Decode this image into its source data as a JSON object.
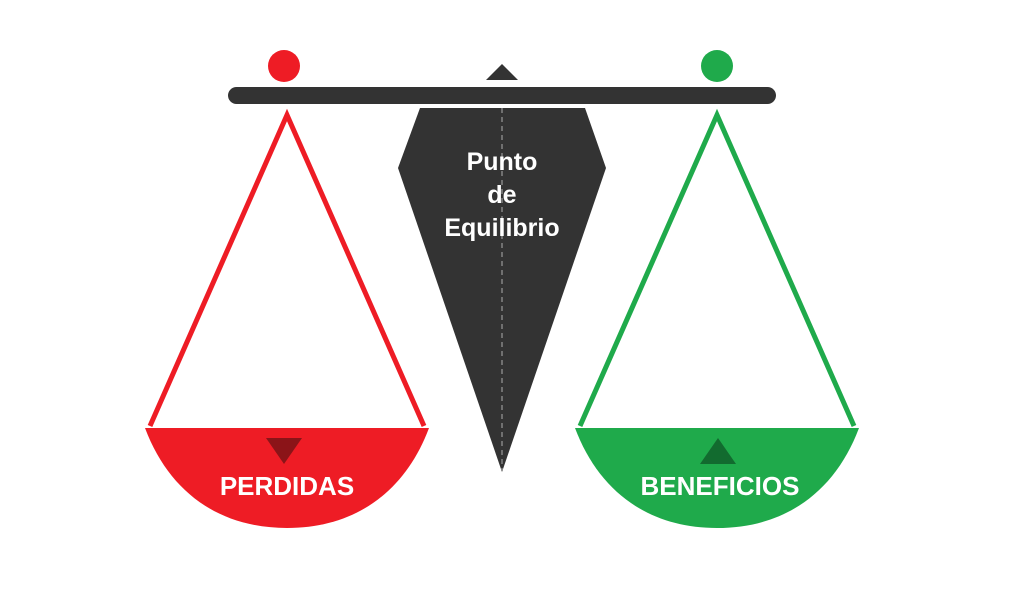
{
  "center": {
    "lines": [
      "Punto",
      "de",
      "Equilibrio"
    ]
  },
  "left_pan": {
    "label": "PERDIDAS",
    "indicator": "down-triangle-icon"
  },
  "right_pan": {
    "label": "BENEFICIOS",
    "indicator": "up-triangle-icon"
  },
  "colors": {
    "loss_red": "#ee1c25",
    "loss_dark": "#8b1418",
    "gain_green": "#1faa4b",
    "gain_dark": "#126b2f",
    "beam": "#333333",
    "fulcrum": "#333333"
  }
}
